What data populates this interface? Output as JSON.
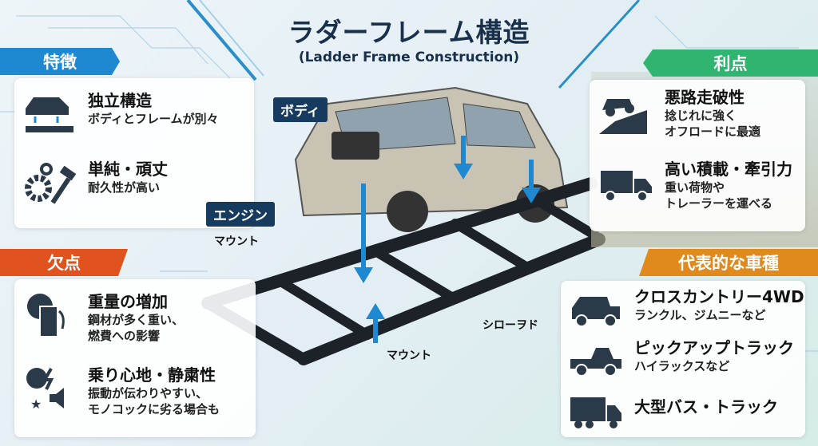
{
  "title": "ラダーフレーム構造",
  "subtitle": "(Ladder Frame Construction)",
  "features": {
    "heading": "特徴",
    "items": [
      {
        "icon": "car-body-on-frame-icon",
        "title": "独立構造",
        "desc": [
          "ボディとフレームが別々"
        ]
      },
      {
        "icon": "gear-hammer-icon",
        "title": "単純・頑丈",
        "desc": [
          "耐久性が高い"
        ]
      }
    ]
  },
  "drawbacks": {
    "heading": "欠点",
    "items": [
      {
        "icon": "fuel-gauge-icon",
        "title": "重量の増加",
        "desc": [
          "鋼材が多く重い、",
          "燃費への影響"
        ]
      },
      {
        "icon": "noise-vibration-icon",
        "title": "乗り心地・静粛性",
        "desc": [
          "振動が伝わりやすい、",
          "モノコックに劣る場合も"
        ]
      }
    ]
  },
  "advantages": {
    "heading": "利点",
    "items": [
      {
        "icon": "offroad-car-icon",
        "title": "悪路走破性",
        "desc": [
          "捻じれに強く",
          "オフロードに最適"
        ]
      },
      {
        "icon": "truck-icon",
        "title": "高い積載・牽引力",
        "desc": [
          "重い荷物や",
          "トレーラーを運べる"
        ]
      }
    ]
  },
  "vehicles": {
    "heading": "代表的な車種",
    "items": [
      {
        "icon": "suv-icon",
        "title": "クロスカントリー4WD",
        "desc": [
          "ランクル、ジムニーなど"
        ]
      },
      {
        "icon": "pickup-icon",
        "title": "ピックアップトラック",
        "desc": [
          "ハイラックスなど"
        ]
      },
      {
        "icon": "large-truck-icon",
        "title": "大型バス・トラック",
        "desc": []
      }
    ]
  },
  "diagram": {
    "body": "ボディ",
    "engine": "エンジン",
    "mount1": "マウント",
    "side": "シローヲド",
    "mount2": "マウント"
  },
  "colors": {
    "blue": "#1e88d0",
    "orange": "#e0531f",
    "green": "#2fb56f",
    "amber": "#e08a1e",
    "navy": "#173b5e"
  }
}
